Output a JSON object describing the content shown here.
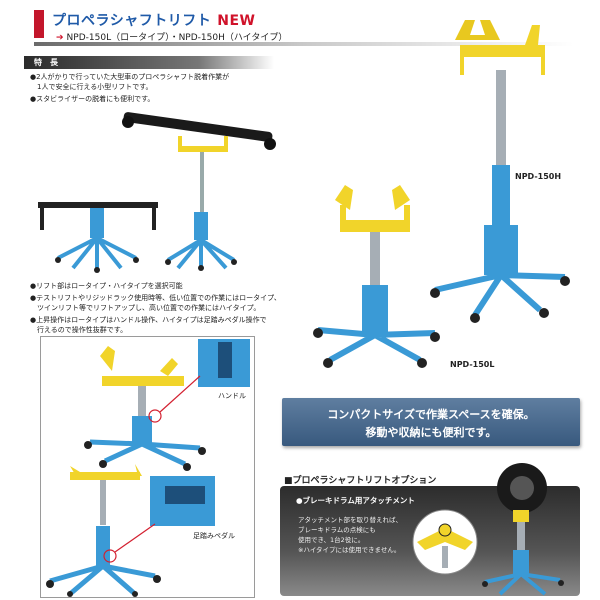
{
  "header": {
    "title": "プロペラシャフトリフト",
    "new_badge": "NEW",
    "arrow": "➔",
    "subtitle": "NPD-150L（ロータイプ）・NPD-150H（ハイタイプ）"
  },
  "features": {
    "heading": "特　長",
    "items": [
      "●2人がかりで行っていた大型車のプロペラシャフト脱着作業が",
      "　1人で安全に行える小型リフトです。",
      "●スタビライザーの脱着にも便利です。"
    ]
  },
  "notes": {
    "items": [
      "●リフト部はロータイプ・ハイタイプを選択可能",
      "●テストリフトやリジッドラック使用時等、低い位置での作業にはロータイプ、",
      "　ツインリフト等でリフトアップし、高い位置での作業にはハイタイプ。",
      "●上昇操作はロータイプはハンドル操作、ハイタイプは足踏みペダル操作で",
      "　行えるので操作性抜群です。"
    ]
  },
  "models": {
    "high_label": "NPD-150H",
    "low_label": "NPD-150L"
  },
  "callouts": {
    "handle": "ハンドル",
    "pedal": "足踏みペダル"
  },
  "banner": {
    "line1": "コンパクトサイズで作業スペースを確保。",
    "line2": "移動や収納にも便利です。"
  },
  "option": {
    "title": "■プロペラシャフトリフトオプション",
    "subtitle": "●ブレーキドラム用アタッチメント",
    "lines": [
      "アタッチメント部を取り替えれば、",
      "ブレーキドラムの点検にも",
      "使用でき、1台2役に。",
      "※ハイタイプには使用できません。"
    ]
  },
  "colors": {
    "lift_blue": "#3a9ad6",
    "cradle_yellow": "#f1d42a",
    "title_blue": "#1f5aa8",
    "accent_red": "#d0122a"
  }
}
